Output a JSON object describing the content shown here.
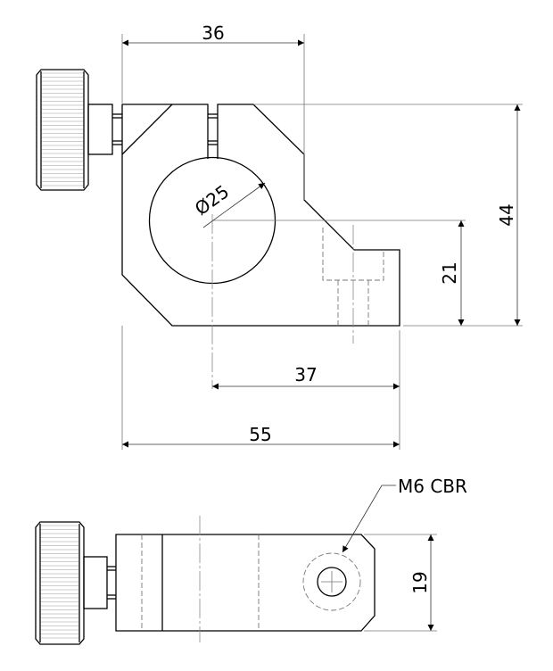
{
  "drawing": {
    "front_view": {
      "dimensions": {
        "width_to_step": "36",
        "height": "44",
        "bore_diameter": "Ø25",
        "hole_height": "21",
        "center_to_end": "37",
        "overall_length": "55"
      }
    },
    "top_view": {
      "callout": "M6 CBR",
      "dimensions": {
        "thickness": "19"
      }
    }
  }
}
